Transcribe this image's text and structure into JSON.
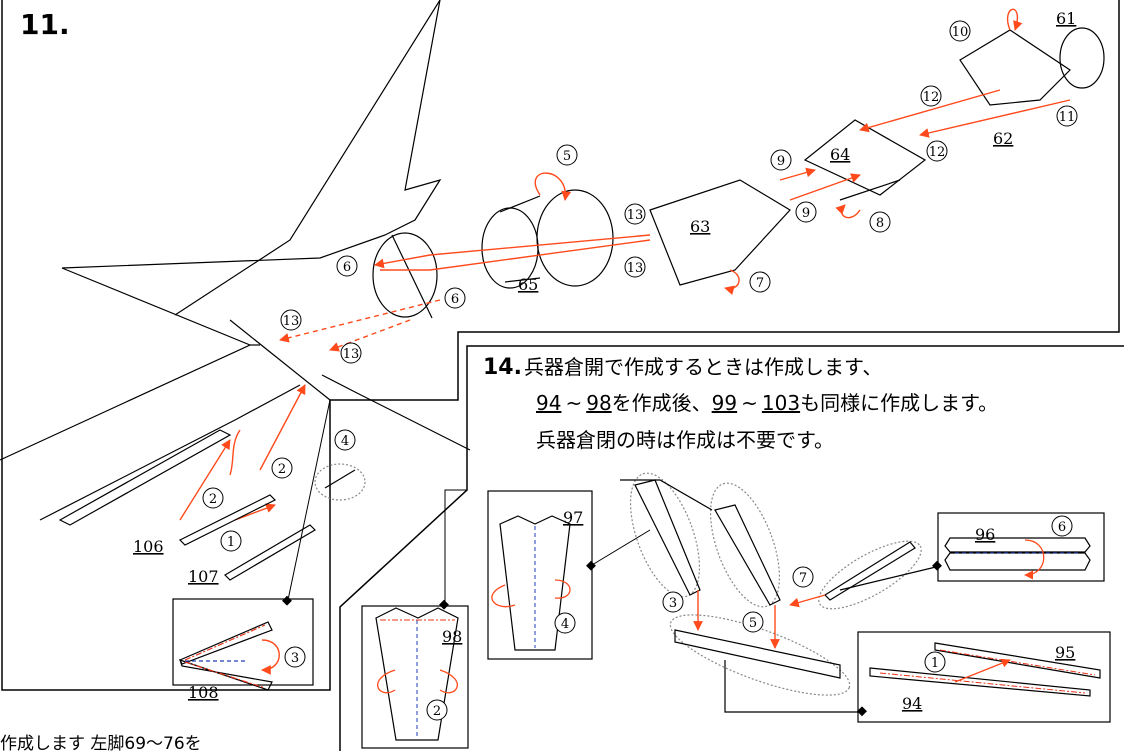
{
  "step11": {
    "number": "11.",
    "parts": {
      "p61": "61",
      "p62": "62",
      "p63": "63",
      "p64": "64",
      "p65": "65",
      "p106": "106",
      "p107": "107",
      "p108": "108"
    },
    "steps": {
      "s1": "1",
      "s2": "2",
      "s3": "3",
      "s4": "4",
      "s5": "5",
      "s6": "6",
      "s7": "7",
      "s8": "8",
      "s9": "9",
      "s10": "10",
      "s11": "11",
      "s12": "12",
      "s13": "13"
    }
  },
  "step14": {
    "number": "14.",
    "line1": "兵器倉開で作成するときは作成します、",
    "line2_a": "94",
    "line2_b": "~",
    "line2_c": "98",
    "line2_d": "を作成後、",
    "line2_e": "99",
    "line2_f": "~",
    "line2_g": "103",
    "line2_h": "も同様に作成します。",
    "line3": "兵器倉閉の時は作成は不要です。",
    "parts": {
      "p94": "94",
      "p95": "95",
      "p96": "96",
      "p97": "97",
      "p98": "98"
    },
    "steps": {
      "s1": "1",
      "s2": "2",
      "s3": "3",
      "s4": "4",
      "s5": "5",
      "s6": "6",
      "s7": "7"
    }
  },
  "footer_fragment": "作成します 左脚69～76を",
  "colors": {
    "arrow": "#ff4a1c",
    "line": "#000000",
    "dash_red": "#e8351b",
    "dash_blue": "#1f3fb8"
  }
}
